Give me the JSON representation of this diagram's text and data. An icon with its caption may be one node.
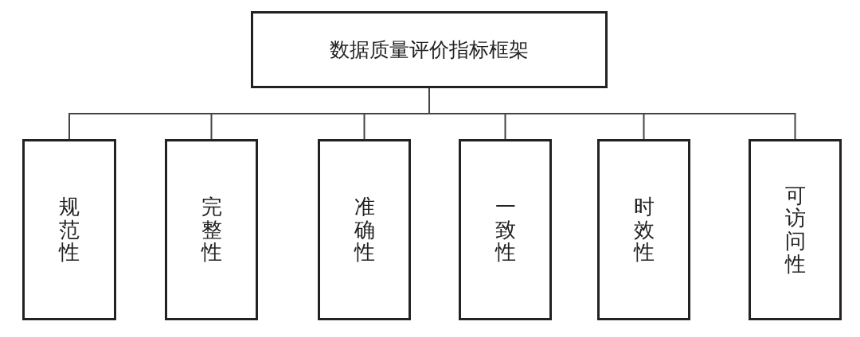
{
  "diagram": {
    "nodes": [
      {
        "text": [
          "数据质量评价指标框架"
        ]
      },
      {
        "text": [
          "规范性"
        ]
      },
      {
        "text": [
          "完整性"
        ]
      },
      {
        "text": [
          "准确性"
        ]
      },
      {
        "text": [
          "一致性"
        ]
      },
      {
        "text": [
          "时效性"
        ]
      },
      {
        "text": [
          "可访问性"
        ]
      }
    ],
    "edges": [
      {
        "from": 0,
        "to": 1,
        "arrow": "none"
      },
      {
        "from": 0,
        "to": 2,
        "arrow": "none"
      },
      {
        "from": 0,
        "to": 3,
        "arrow": "none"
      },
      {
        "from": 0,
        "to": 4,
        "arrow": "none"
      },
      {
        "from": 0,
        "to": 5,
        "arrow": "none"
      },
      {
        "from": 0,
        "to": 6,
        "arrow": "none"
      }
    ]
  }
}
